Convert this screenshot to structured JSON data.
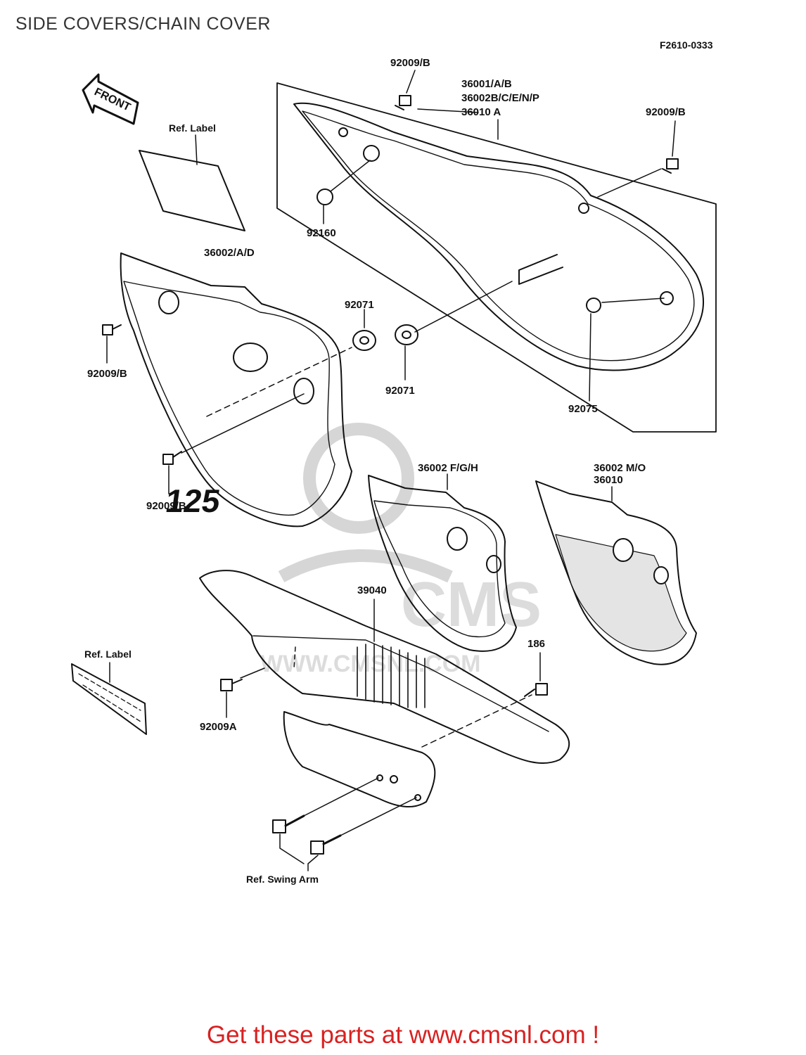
{
  "title": "SIDE COVERS/CHAIN COVER",
  "figure_code": "F2610-0333",
  "footer": "Get these parts at www.cmsnl.com !",
  "watermark": {
    "brand": "CMS",
    "url": "WWW.CMSNL.COM"
  },
  "front_arrow": "FRONT",
  "decal_number": "125",
  "labels": {
    "bolt_top": "92009/B",
    "cover_right_1": "36001/A/B",
    "cover_right_2": "36002B/C/E/N/P",
    "cover_right_3": "36010 A",
    "bolt_right": "92009/B",
    "ref_label_top": "Ref. Label",
    "grommet_92160": "92160",
    "cover_left": "36002/A/D",
    "grommet_92071_a": "92071",
    "bolt_left_upper": "92009/B",
    "grommet_92071_b": "92071",
    "grommet_92075": "92075",
    "bolt_left_lower": "92009/B",
    "cover_fgh": "36002 F/G/H",
    "cover_mo_1": "36002 M/O",
    "cover_mo_2": "36010",
    "chain_cover": "39040",
    "ref_label_bottom": "Ref. Label",
    "bolt_186": "186",
    "bolt_92009a": "92009A",
    "ref_swing_arm": "Ref. Swing Arm"
  },
  "colors": {
    "line": "#111111",
    "footer": "#d92121",
    "watermark": "#d6d6d6"
  }
}
